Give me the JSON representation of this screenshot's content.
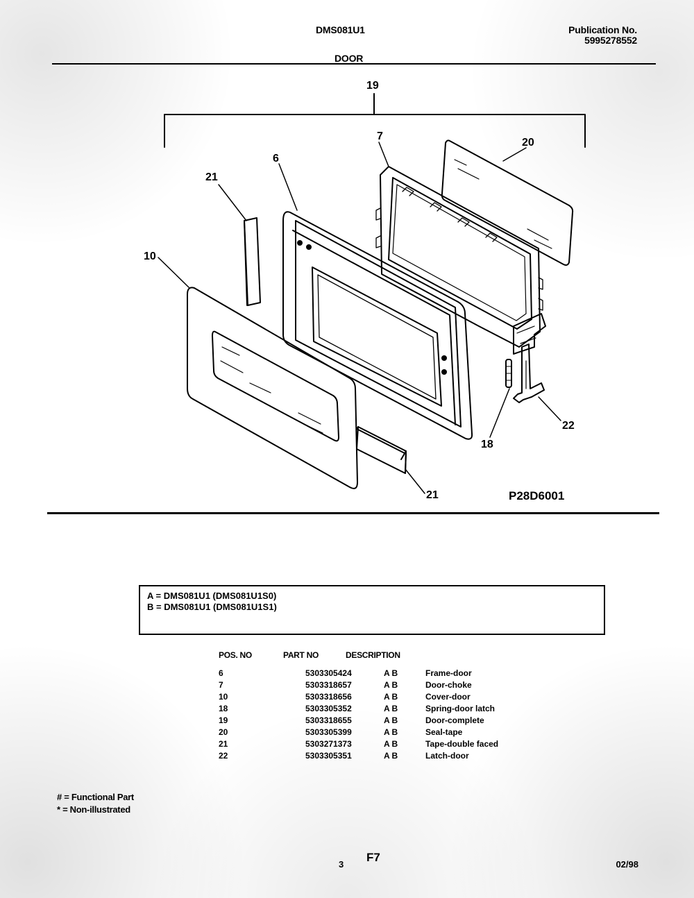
{
  "header": {
    "model": "DMS081U1",
    "publication_label": "Publication No.",
    "publication_number": "5995278552",
    "section": "DOOR"
  },
  "diagram": {
    "callouts": {
      "c19": "19",
      "c7": "7",
      "c20": "20",
      "c6": "6",
      "c21a": "21",
      "c10": "10",
      "c18": "18",
      "c22": "22",
      "c21b": "21"
    },
    "code": "P28D6001"
  },
  "variants": [
    "A = DMS081U1 (DMS081U1S0)",
    "B = DMS081U1 (DMS081U1S1)"
  ],
  "table": {
    "headers": {
      "pos": "POS. NO",
      "part": "PART NO",
      "desc": "DESCRIPTION"
    },
    "rows": [
      {
        "pos": "6",
        "part": "5303305424",
        "variants": "A B",
        "description": "Frame-door"
      },
      {
        "pos": "7",
        "part": "5303318657",
        "variants": "A B",
        "description": "Door-choke"
      },
      {
        "pos": "10",
        "part": "5303318656",
        "variants": "A B",
        "description": "Cover-door"
      },
      {
        "pos": "18",
        "part": "5303305352",
        "variants": "A B",
        "description": "Spring-door latch"
      },
      {
        "pos": "19",
        "part": "5303318655",
        "variants": "A B",
        "description": "Door-complete"
      },
      {
        "pos": "20",
        "part": "5303305399",
        "variants": "A B",
        "description": "Seal-tape"
      },
      {
        "pos": "21",
        "part": "5303271373",
        "variants": "A B",
        "description": "Tape-double faced"
      },
      {
        "pos": "22",
        "part": "5303305351",
        "variants": "A B",
        "description": "Latch-door"
      }
    ]
  },
  "legend": {
    "functional": "# = Functional Part",
    "non_illustrated": "* = Non-illustrated"
  },
  "footer": {
    "page": "3",
    "code": "F7",
    "date": "02/98"
  }
}
